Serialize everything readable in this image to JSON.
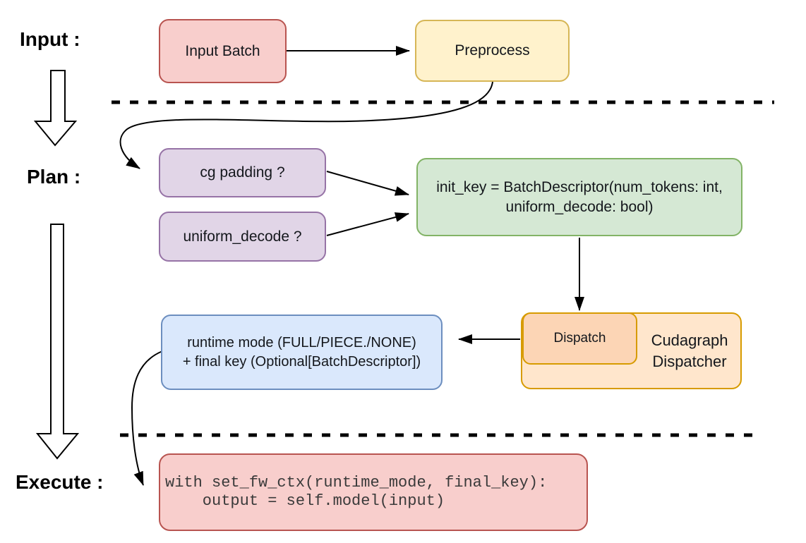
{
  "stages": {
    "input_label": "Input :",
    "plan_label": "Plan :",
    "execute_label": "Execute :"
  },
  "nodes": {
    "input_batch": {
      "label": "Input Batch"
    },
    "preprocess": {
      "label": "Preprocess"
    },
    "cg_padding": {
      "label": "cg padding ?"
    },
    "uniform_decode": {
      "label": "uniform_decode ?"
    },
    "init_key": {
      "line1": "init_key = BatchDescriptor(num_tokens: int,",
      "line2": "uniform_decode: bool)"
    },
    "dispatch": {
      "label": "Dispatch"
    },
    "cudagraph_dispatcher": {
      "line1": "Cudagraph",
      "line2": "Dispatcher"
    },
    "runtime_mode": {
      "line1": "runtime mode (FULL/PIECE./NONE)",
      "line2": "+ final key (Optional[BatchDescriptor])"
    },
    "execute_code": {
      "line1": "with set_fw_ctx(runtime_mode, final_key):",
      "line2": "    output = self.model(input)"
    }
  },
  "colors": {
    "pink_fill": "#f8cecc",
    "pink_stroke": "#b85450",
    "yellow_fill": "#fff2cc",
    "yellow_stroke": "#d6b656",
    "purple_fill": "#e1d5e7",
    "purple_stroke": "#9673a6",
    "green_fill": "#d5e8d4",
    "green_stroke": "#82b366",
    "blue_fill": "#dae8fc",
    "blue_stroke": "#6c8ebf",
    "orange_outer_fill": "#ffe6cc",
    "orange_inner_fill": "#fcd5b5",
    "orange_stroke": "#d79b00",
    "connector": "#000000",
    "code_text": "#3a3a3a"
  }
}
